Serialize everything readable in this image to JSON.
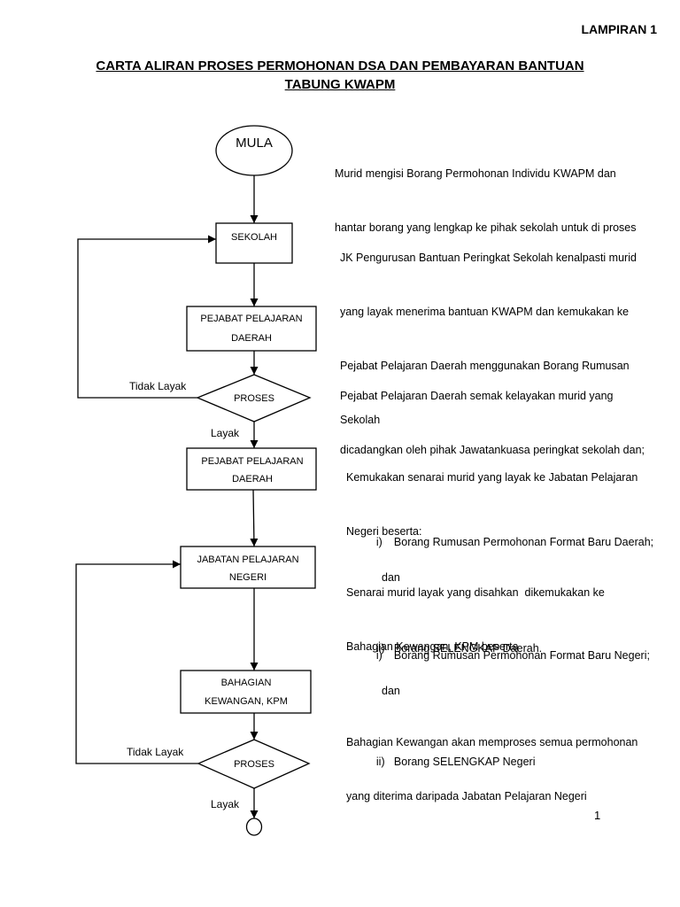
{
  "header": {
    "appendix_label": "LAMPIRAN 1"
  },
  "title": {
    "line1": "CARTA ALIRAN PROSES PERMOHONAN DSA DAN PEMBAYARAN BANTUAN",
    "line2": "TABUNG KWAPM"
  },
  "flowchart": {
    "start": "MULA",
    "sekolah": "SEKOLAH",
    "ppd_first": [
      "PEJABAT PELAJARAN",
      "DAERAH"
    ],
    "decision_first": "PROSES",
    "ppd_second": [
      "PEJABAT PELAJARAN",
      "DAERAH"
    ],
    "jpn": [
      "JABATAN PELAJARAN",
      "NEGERI"
    ],
    "kewangan": [
      "BAHAGIAN",
      "KEWANGAN, KPM"
    ],
    "decision_second": "PROSES",
    "labels": {
      "reject_first": "Tidak Layak",
      "accept_first": "Layak",
      "reject_second": "Tidak Layak",
      "accept_second": "Layak"
    }
  },
  "descriptions": {
    "step_mula": {
      "lines": [
        "Murid mengisi Borang Permohonan Individu KWAPM dan",
        "hantar borang yang lengkap ke pihak sekolah untuk di proses"
      ]
    },
    "step_sekolah": {
      "lines": [
        "JK Pengurusan Bantuan Peringkat Sekolah kenalpasti murid",
        "yang layak menerima bantuan KWAPM dan kemukakan ke",
        "Pejabat Pelajaran Daerah menggunakan Borang Rumusan",
        "Sekolah"
      ]
    },
    "step_ppd_semak": {
      "lines": [
        "Pejabat Pelajaran Daerah semak kelayakan murid yang",
        "dicadangkan oleh pihak Jawatankuasa peringkat sekolah dan;"
      ]
    },
    "step_ppd_kemukakan": {
      "lines": [
        "Kemukakan senarai murid yang layak ke Jabatan Pelajaran",
        "Negeri beserta:"
      ],
      "items": [
        {
          "marker": "i)",
          "lines": [
            "Borang Rumusan Permohonan Format Baru Daerah;",
            "dan"
          ]
        },
        {
          "marker": "ii)",
          "lines": [
            "Borang SELENGKAP Daerah."
          ]
        }
      ]
    },
    "step_jpn": {
      "lines": [
        "Senarai murid layak yang disahkan  dikemukakan ke",
        "Bahagian Kewangan, KPM beserta"
      ],
      "items": [
        {
          "marker": "i)",
          "lines": [
            "Borang Rumusan Permohonan Format Baru Negeri;",
            "dan"
          ]
        },
        {
          "marker": "ii)",
          "lines": [
            "Borang SELENGKAP Negeri"
          ]
        }
      ]
    },
    "step_kewangan": {
      "lines": [
        "Bahagian Kewangan akan memproses semua permohonan",
        "yang diterima daripada Jabatan Pelajaran Negeri"
      ]
    }
  },
  "page_number": "1"
}
